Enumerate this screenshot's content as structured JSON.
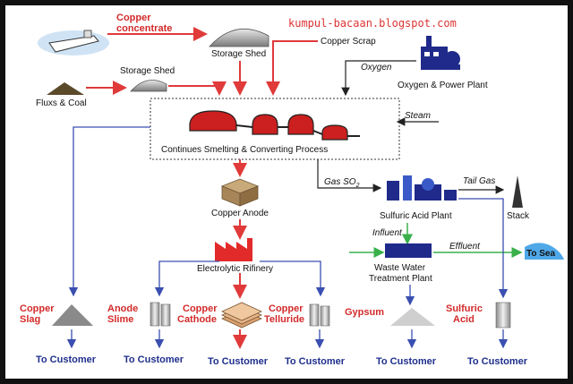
{
  "watermark": "kumpul-bacaan.blogspot.com",
  "labels": {
    "copper_concentrate_1": "Copper",
    "copper_concentrate_2": "concentrate",
    "storage_shed_top": "Storage Shed",
    "copper_scrap": "Copper Scrap",
    "oxygen": "Oxygen",
    "oxygen_power_plant": "Oxygen & Power Plant",
    "storage_shed_left": "Storage Shed",
    "fluxs_coal": "Fluxs & Coal",
    "steam": "Steam",
    "smelting": "Continues Smelting & Converting Process",
    "gas_so2": "Gas SO",
    "gas_so2_sub": "2",
    "tail_gas": "Tail Gas",
    "copper_anode": "Copper Anode",
    "sulfuric_acid_plant": "Sulfuric Acid Plant",
    "stack": "Stack",
    "influent": "Influent",
    "effluent": "Effluent",
    "to_sea": "To Sea",
    "electrolytic": "Electrolytic Rifinery",
    "wwtp_1": "Waste Water",
    "wwtp_2": "Treatment Plant"
  },
  "products": {
    "copper_slag_1": "Copper",
    "copper_slag_2": "Slag",
    "anode_slime_1": "Anode",
    "anode_slime_2": "Slime",
    "copper_cathode_1": "Copper",
    "copper_cathode_2": "Cathode",
    "copper_telluride_1": "Copper",
    "copper_telluride_2": "Telluride",
    "gypsum": "Gypsum",
    "sulfuric_acid_1": "Sulfuric",
    "sulfuric_acid_2": "Acid"
  },
  "customers": [
    "To Customer",
    "To Customer",
    "To Customer",
    "To Customer",
    "To Customer",
    "To Customer"
  ],
  "colors": {
    "red_arrow": "#e03a3a",
    "blue_arrow": "#3a4fb0",
    "green_arrow": "#3ab04a",
    "frame": "#111111",
    "label_red": "#d32a2a",
    "label_blue": "#1e2f8c"
  }
}
